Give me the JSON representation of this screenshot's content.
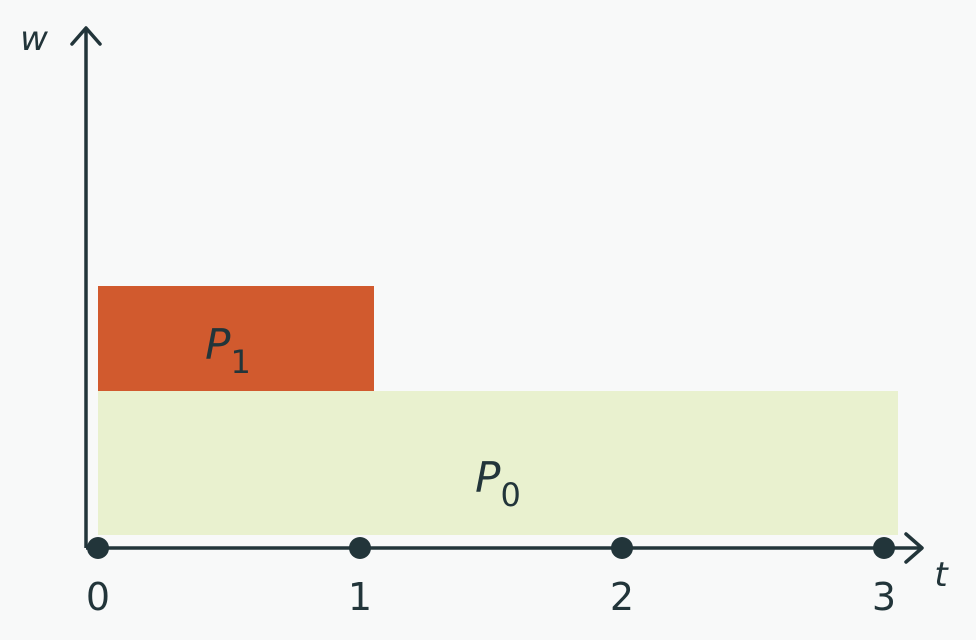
{
  "colors": {
    "background": "#f8f9f9",
    "axis": "#22353a",
    "p0_fill": "#e9f1cf",
    "p1_fill": "#d15a2e"
  },
  "axes": {
    "y_label": "w",
    "x_label": "t",
    "ticks": [
      "0",
      "1",
      "2",
      "3"
    ]
  },
  "blocks": [
    {
      "id": "p0",
      "name": "P",
      "subscript": "0",
      "t_start": 0,
      "t_end": 3
    },
    {
      "id": "p1",
      "name": "P",
      "subscript": "1",
      "t_start": 0,
      "t_end": 1
    }
  ]
}
